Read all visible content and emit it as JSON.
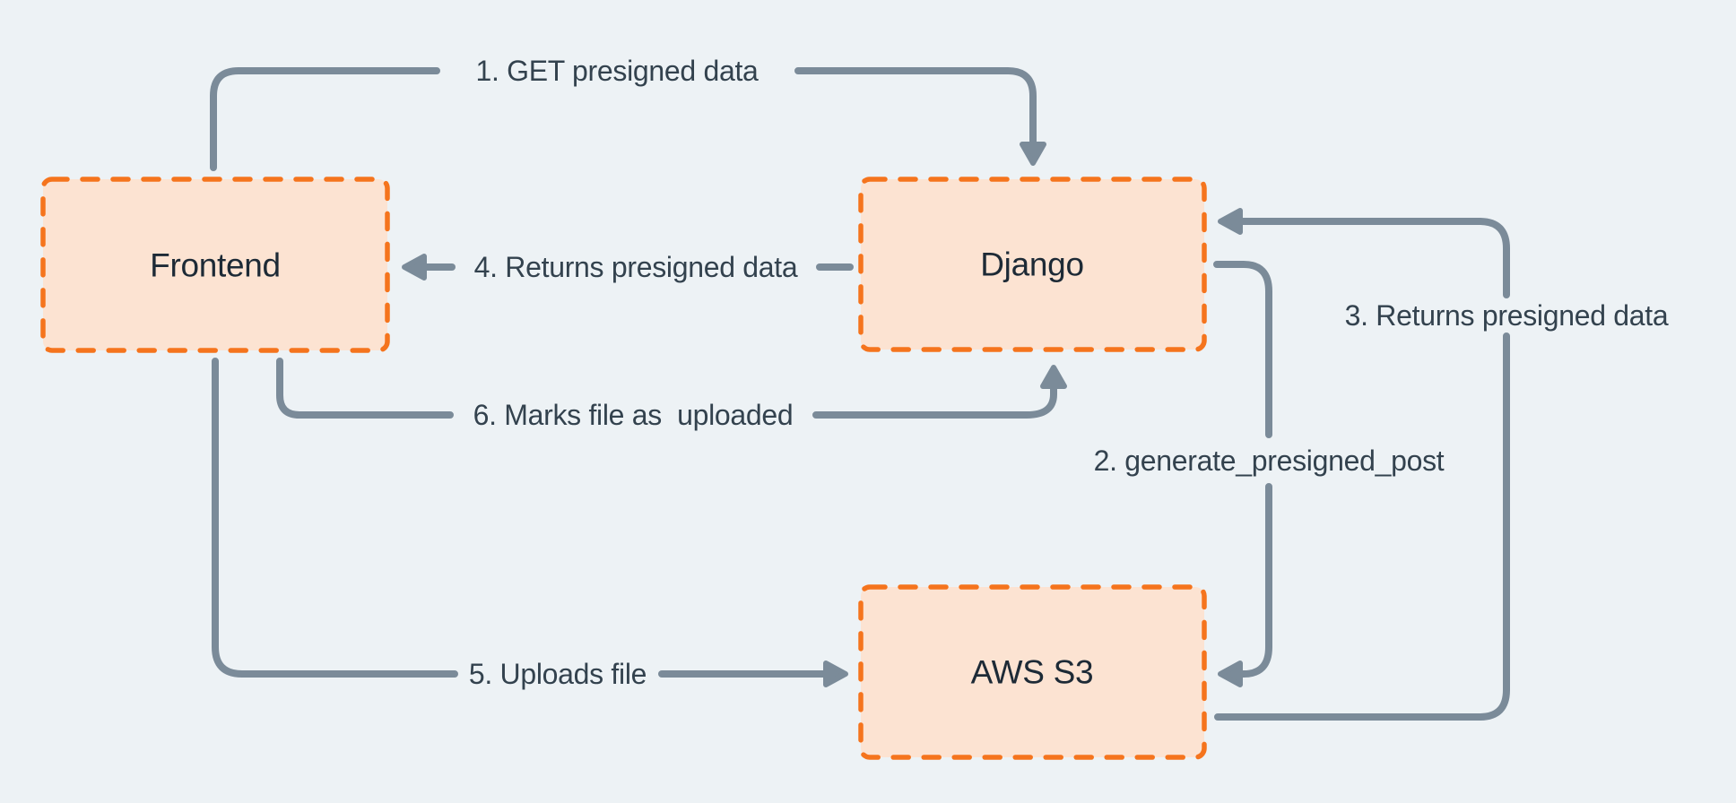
{
  "diagram_type": "flow-diagram",
  "nodes": [
    {
      "id": "frontend",
      "label": "Frontend"
    },
    {
      "id": "django",
      "label": "Django"
    },
    {
      "id": "aws-s3",
      "label": "AWS S3"
    }
  ],
  "edges": [
    {
      "id": "1",
      "label": "1. GET presigned data",
      "from": "Frontend",
      "to": "Django"
    },
    {
      "id": "2",
      "label": "2. generate_presigned_post",
      "from": "Django",
      "to": "AWS S3"
    },
    {
      "id": "3",
      "label": "3. Returns presigned data",
      "from": "AWS S3",
      "to": "Django"
    },
    {
      "id": "4",
      "label": "4. Returns presigned data",
      "from": "Django",
      "to": "Frontend"
    },
    {
      "id": "5",
      "label": "5. Uploads file",
      "from": "Frontend",
      "to": "AWS S3"
    },
    {
      "id": "6",
      "label": "6. Marks file as  uploaded",
      "from": "Frontend",
      "to": "Django"
    }
  ],
  "colors": {
    "background": "#edf2f5",
    "node_fill": "#fce3d2",
    "node_border": "#f5741d",
    "arrow": "#7b8b99",
    "edge_label_text": "#33424e",
    "node_label_text": "#1d2a36"
  }
}
